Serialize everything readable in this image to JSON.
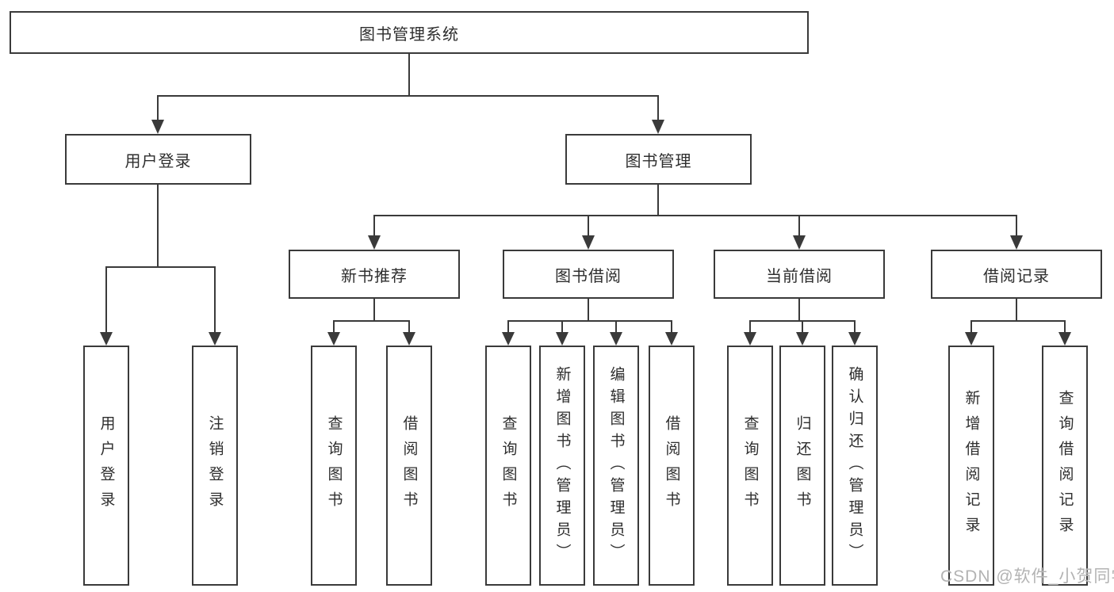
{
  "tree": {
    "root": {
      "label": "图书管理系统"
    },
    "branches": [
      {
        "label": "用户登录",
        "children": [
          {
            "label": "用户登录"
          },
          {
            "label": "注销登录"
          }
        ]
      },
      {
        "label": "图书管理",
        "children": [
          {
            "label": "新书推荐",
            "children": [
              {
                "label": "查询图书"
              },
              {
                "label": "借阅图书"
              }
            ]
          },
          {
            "label": "图书借阅",
            "children": [
              {
                "label": "查询图书"
              },
              {
                "label": "新增图书（管理员）"
              },
              {
                "label": "编辑图书（管理员）"
              },
              {
                "label": "借阅图书"
              }
            ]
          },
          {
            "label": "当前借阅",
            "children": [
              {
                "label": "查询图书"
              },
              {
                "label": "归还图书"
              },
              {
                "label": "确认归还（管理员）"
              }
            ]
          },
          {
            "label": "借阅记录",
            "children": [
              {
                "label": "新增借阅记录"
              },
              {
                "label": "查询借阅记录"
              }
            ]
          }
        ]
      }
    ]
  },
  "watermark": {
    "text": "CSDN @软件_小贺同学"
  },
  "colors": {
    "line": "#3a3a3a",
    "box_border": "#3a3a3a",
    "box_background": "#ffffff",
    "text": "#2e2e2e",
    "watermark": "#b3b3b3"
  }
}
